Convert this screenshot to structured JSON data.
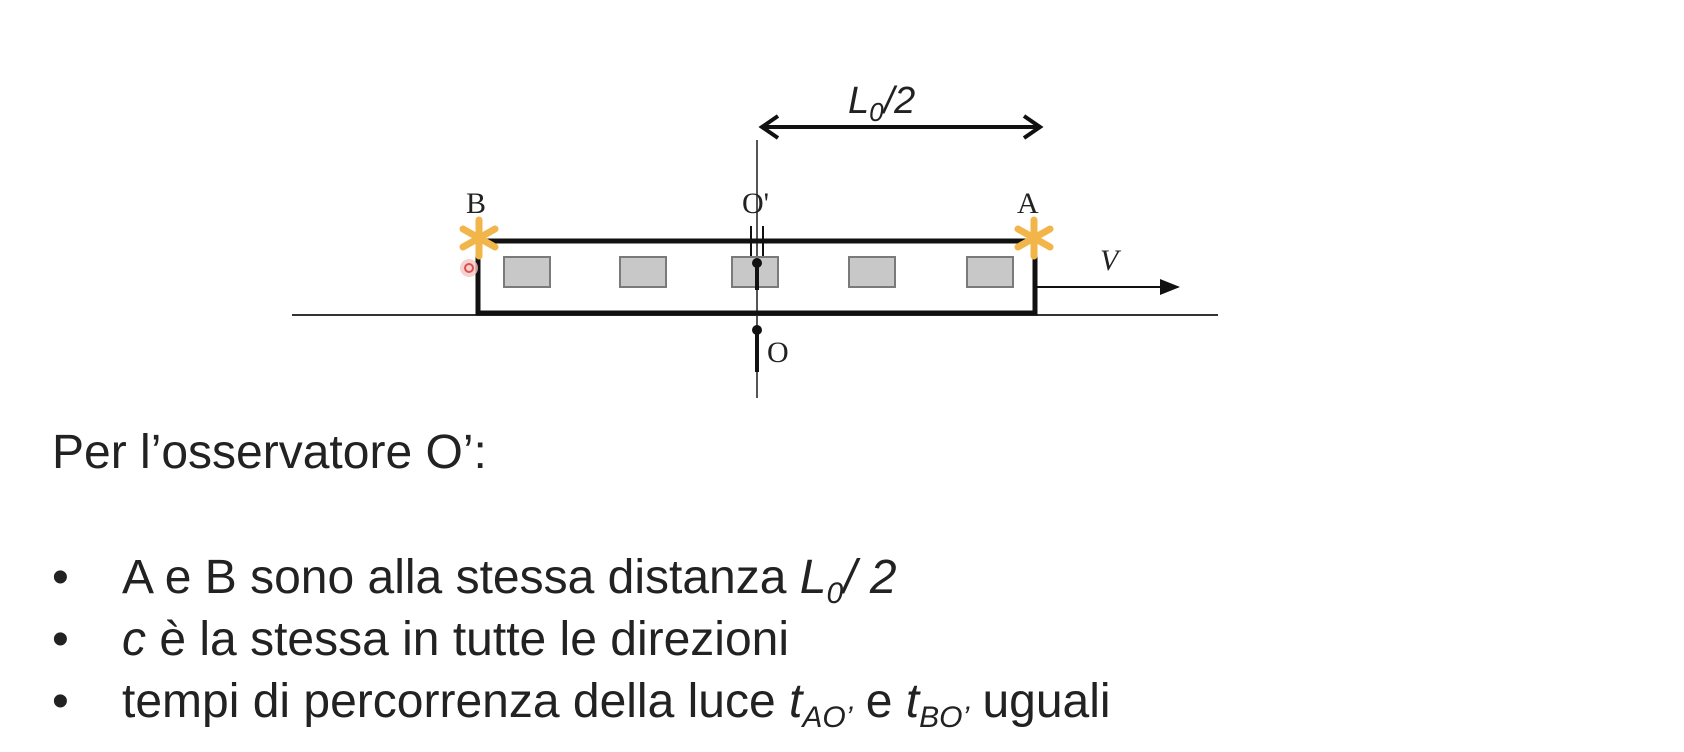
{
  "diagram": {
    "dimension_label": {
      "base": "L",
      "sub": "0",
      "suffix": "/2"
    },
    "point_labels": {
      "B": "B",
      "O_prime": "O'",
      "A": "A",
      "O": "O",
      "V": "V"
    },
    "colors": {
      "star": "#F2B54A",
      "line": "#111111",
      "window_fill": "#C8C8C8",
      "window_stroke": "#7A7A7A",
      "red_marker": "#D9534F"
    }
  },
  "heading": "Per l’osservatore O’:",
  "bullet_symbol": "•",
  "bullets": [
    {
      "pre": "A e B sono alla stessa distanza ",
      "var": "L",
      "sub": "0",
      "post": "/ 2"
    },
    {
      "var": "c",
      "post": " è la stessa in tutte le direzioni"
    },
    {
      "pre": "tempi di percorrenza della luce ",
      "var1": "t",
      "sub1": "AO’",
      "mid": " e ",
      "var2": "t",
      "sub2": "BO’",
      "post": " uguali"
    }
  ]
}
